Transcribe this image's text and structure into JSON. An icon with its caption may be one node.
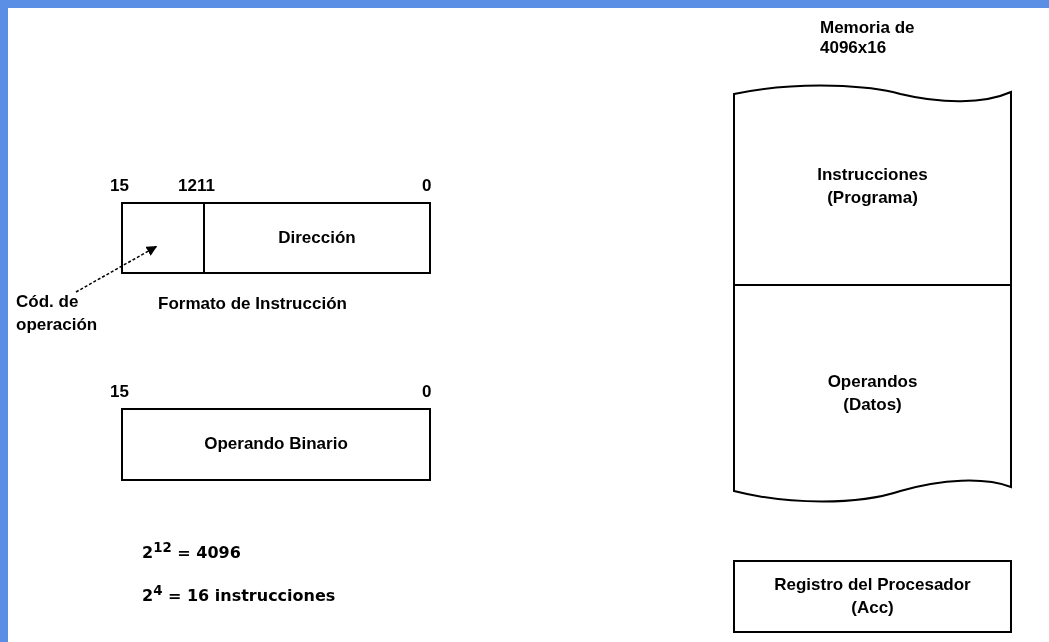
{
  "diagram": {
    "nodes": [
      {
        "text": [
          "Cód. de operación"
        ]
      },
      {
        "text": [],
        "shape": "box"
      },
      {
        "text": [
          "Dirección"
        ]
      },
      {
        "text": [
          "Operando Binario"
        ]
      },
      {
        "text": [
          "Instrucciones (Programa)"
        ]
      },
      {
        "text": [
          "Operandos (Datos)"
        ]
      },
      {
        "text": [
          "Registro del Procesador (Acc)"
        ]
      }
    ],
    "edges": [
      {
        "from": 0,
        "to": 1,
        "arrow": "to",
        "style": "dashed"
      }
    ],
    "labels": [
      "Memoria de 4096x16",
      "15",
      "12",
      "11",
      "0",
      "Formato de Instrucción",
      "15",
      "0",
      "2$^{12}$ = 4096",
      "2$^{4}$ = 16 instrucciones"
    ]
  }
}
